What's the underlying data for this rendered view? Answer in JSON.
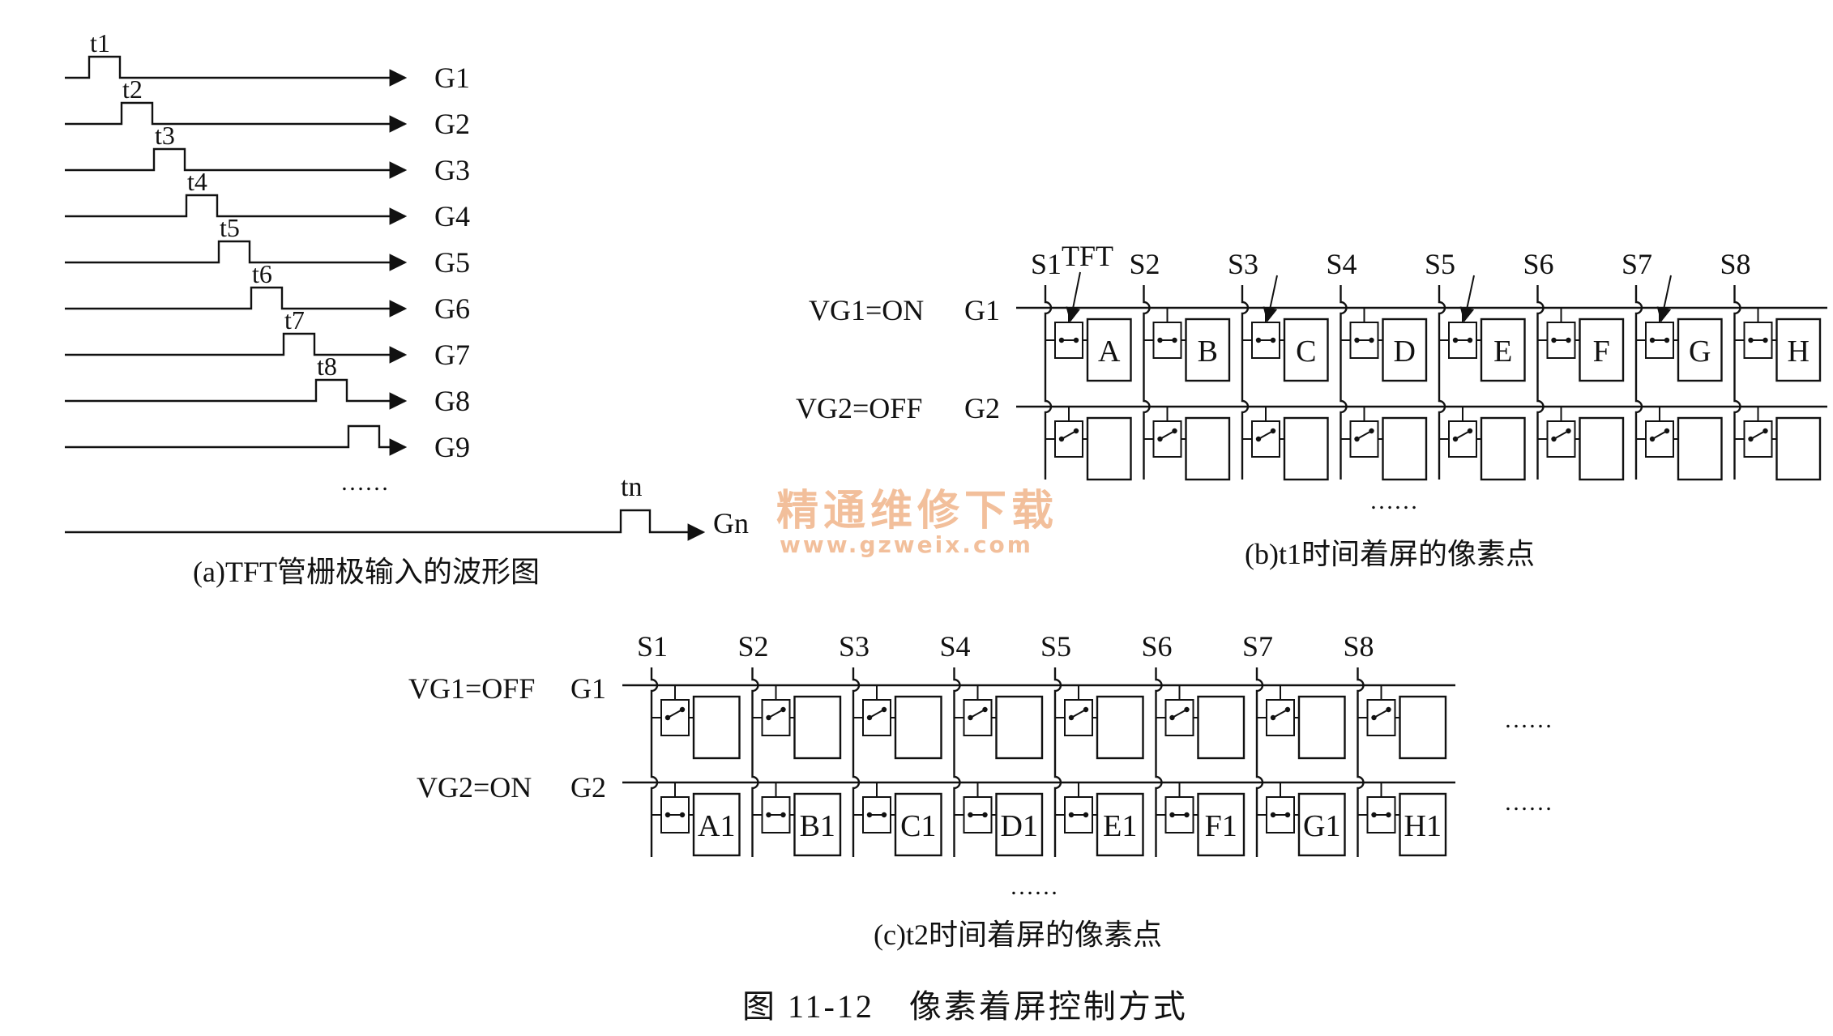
{
  "panel_a": {
    "pulses": [
      "t1",
      "t2",
      "t3",
      "t4",
      "t5",
      "t6",
      "t7",
      "t8"
    ],
    "gates": [
      "G1",
      "G2",
      "G3",
      "G4",
      "G5",
      "G6",
      "G7",
      "G8",
      "G9"
    ],
    "dots": "……",
    "last_pulse": "tn",
    "last_gate": "Gn",
    "caption": "(a)TFT管栅极输入的波形图"
  },
  "panel_b": {
    "sources": [
      "S1",
      "S2",
      "S3",
      "S4",
      "S5",
      "S6",
      "S7",
      "S8"
    ],
    "tft_label": "TFT",
    "row1_state": "VG1=ON",
    "row1_gate": "G1",
    "row2_state": "VG2=OFF",
    "row2_gate": "G2",
    "pixels": [
      "A",
      "B",
      "C",
      "D",
      "E",
      "F",
      "G",
      "H"
    ],
    "dots": "……",
    "caption": "(b)t1时间着屏的像素点"
  },
  "panel_c": {
    "sources": [
      "S1",
      "S2",
      "S3",
      "S4",
      "S5",
      "S6",
      "S7",
      "S8"
    ],
    "row1_state": "VG1=OFF",
    "row1_gate": "G1",
    "row2_state": "VG2=ON",
    "row2_gate": "G2",
    "pixels": [
      "A1",
      "B1",
      "C1",
      "D1",
      "E1",
      "F1",
      "G1",
      "H1"
    ],
    "dots": "……",
    "caption": "(c)t2时间着屏的像素点"
  },
  "watermark": {
    "cn": "精通维修下载",
    "url": "www.gzweix.com",
    "color": "#f0b48a"
  },
  "figure_caption": "图 11-12　像素着屏控制方式"
}
